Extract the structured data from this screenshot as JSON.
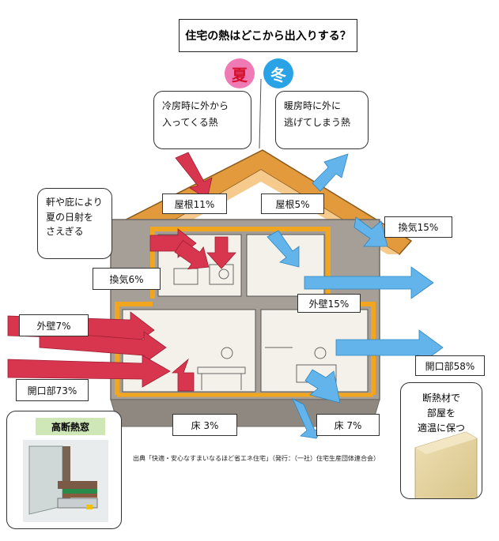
{
  "title": "住宅の熱はどこから出入りする？",
  "seasons": {
    "summer": "夏",
    "winter": "冬"
  },
  "bubbles": {
    "summer_note": "冷房時に外から\n入ってくる熱",
    "winter_note": "暖房時に外に\n逃げてしまう熱",
    "eaves_note": "軒や庇により\n夏の日射を\nさえぎる"
  },
  "summer_labels": {
    "roof": "屋根11%",
    "ventilation": "換気6%",
    "wall": "外壁7%",
    "openings": "開口部73%",
    "floor": "床 3%"
  },
  "winter_labels": {
    "roof": "屋根5%",
    "ventilation": "換気15%",
    "wall": "外壁15%",
    "openings": "開口部58%",
    "floor": "床 7%"
  },
  "window_panel": {
    "title": "高断熱窓"
  },
  "insulation_panel": {
    "title": "断熱材で\n部屋を\n適温に保つ"
  },
  "source": "出典「快適・安心なすまいなるほど省エネ住宅」（発行：（一社）住宅生産団体連合会）",
  "colors": {
    "summer_arrow": "#d8364f",
    "winter_arrow": "#62b4ea",
    "roof": "#e39a3d",
    "insulation": "#f2a51e",
    "wall_gray": "#a59f97",
    "title_green": "#cfe6b6"
  }
}
